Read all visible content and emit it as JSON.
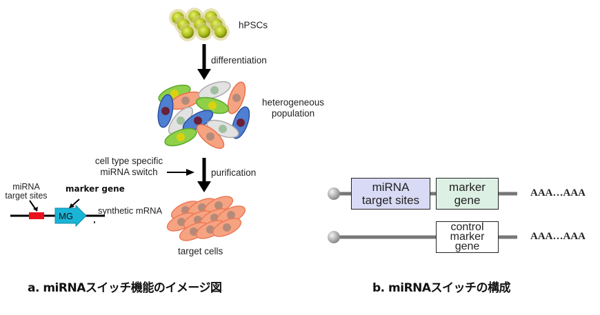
{
  "panel_a": {
    "stages": {
      "hpscs": "hPSCs",
      "differentiation": "differentiation",
      "heterogeneous_line1": "heterogeneous",
      "heterogeneous_line2": "population",
      "switch_line1": "cell type specific",
      "switch_line2": "miRNA switch",
      "purification": "purification",
      "target_cells": "target cells"
    },
    "construct": {
      "target_sites_line1": "miRNA",
      "target_sites_line2": "target sites",
      "marker_gene_label": "marker gene",
      "mg_abbrev": "MG",
      "synthetic_mrna": "synthetic mRNA"
    },
    "caption": "a. miRNAスイッチ機能のイメージ図"
  },
  "panel_b": {
    "row1": {
      "box1_line1": "miRNA",
      "box1_line2": "target sites",
      "box2_line1": "marker",
      "box2_line2": "gene",
      "polya": "AAA…AAA"
    },
    "row2": {
      "box_line1": "control",
      "box_line2": "marker",
      "box_line3": "gene",
      "polya": "AAA…AAA"
    },
    "caption": "b. miRNAスイッチの構成"
  },
  "colors": {
    "stem_cell": "#b5c81e",
    "target_cell": "#f5a07a",
    "red_site": "#e8101c",
    "mg_arrow": "#1ab4d6",
    "box_target_sites": "#d9daf5",
    "box_marker": "#ddf0e4"
  }
}
